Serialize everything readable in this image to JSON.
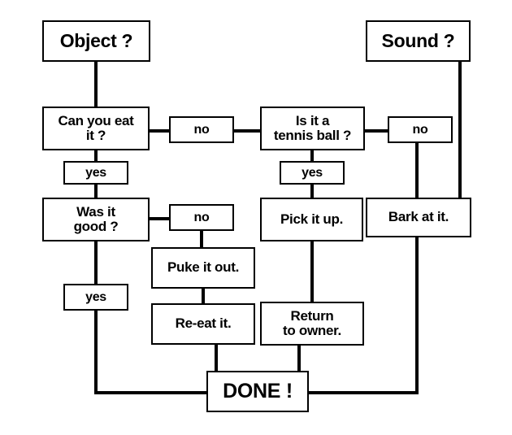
{
  "diagram": {
    "title": "Dog decision flowchart",
    "colors": {
      "background": "#ffffff",
      "stroke": "#000000",
      "node_fill": "#ffffff",
      "text": "#000000"
    },
    "nodes": [
      {
        "id": "object",
        "label": "Object ?",
        "kind": "start",
        "size": "big"
      },
      {
        "id": "sound",
        "label": "Sound ?",
        "kind": "start",
        "size": "big"
      },
      {
        "id": "can_eat",
        "label": "Can you eat\nit ?",
        "kind": "decision",
        "size": "mid"
      },
      {
        "id": "no_1",
        "label": "no",
        "kind": "label",
        "size": "small"
      },
      {
        "id": "yes_1",
        "label": "yes",
        "kind": "label",
        "size": "small"
      },
      {
        "id": "tennis",
        "label": "Is it a\ntennis ball ?",
        "kind": "decision",
        "size": "mid"
      },
      {
        "id": "no_2",
        "label": "no",
        "kind": "label",
        "size": "small"
      },
      {
        "id": "yes_2",
        "label": "yes",
        "kind": "label",
        "size": "small"
      },
      {
        "id": "was_good",
        "label": "Was it\ngood ?",
        "kind": "decision",
        "size": "mid"
      },
      {
        "id": "no_3",
        "label": "no",
        "kind": "label",
        "size": "small"
      },
      {
        "id": "yes_3",
        "label": "yes",
        "kind": "label",
        "size": "small"
      },
      {
        "id": "pick_up",
        "label": "Pick it up.",
        "kind": "action",
        "size": "mid"
      },
      {
        "id": "bark",
        "label": "Bark at it.",
        "kind": "action",
        "size": "mid"
      },
      {
        "id": "puke",
        "label": "Puke it out.",
        "kind": "action",
        "size": "mid"
      },
      {
        "id": "reeat",
        "label": "Re-eat it.",
        "kind": "action",
        "size": "mid"
      },
      {
        "id": "return",
        "label": "Return\nto owner.",
        "kind": "action",
        "size": "mid"
      },
      {
        "id": "done",
        "label": "DONE !",
        "kind": "terminal",
        "size": "done"
      }
    ]
  }
}
